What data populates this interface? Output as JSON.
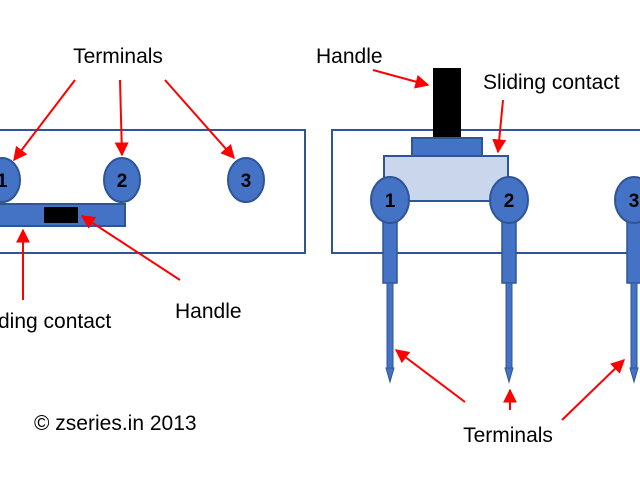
{
  "left_switch": {
    "labels": {
      "terminals": "Terminals",
      "sliding_contact": "ding contact",
      "handle": "Handle"
    },
    "terminal_numbers": [
      "1",
      "2",
      "3"
    ]
  },
  "right_switch": {
    "labels": {
      "handle": "Handle",
      "sliding_contact": "Sliding contact",
      "terminals": "Terminals"
    },
    "terminal_numbers": [
      "1",
      "2",
      "3"
    ]
  },
  "copyright": "© zseries.in  2013",
  "colors": {
    "outline": "#2f5597",
    "fill_blue": "#4472c4",
    "fill_light": "#c9d6ec",
    "handle": "#000000",
    "arrow": "#ff0000"
  }
}
